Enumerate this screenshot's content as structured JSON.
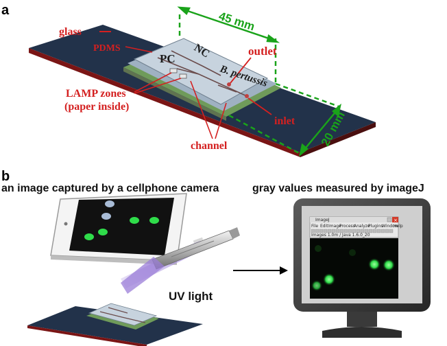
{
  "panel_a": {
    "label": "a",
    "glass": "glass",
    "pdms": "PDMS",
    "pc": "PC",
    "nc": "NC",
    "outlet": "outlet",
    "bpertussis": "B. pertussis",
    "lamp_zones": "LAMP zones",
    "paper_inside": "(paper inside)",
    "inlet": "inlet",
    "channel": "channel",
    "dim_length": "45 mm",
    "dim_width": "20 mm"
  },
  "panel_b": {
    "label": "b",
    "caption_left": "an image captured by a cellphone camera",
    "caption_right": "gray values measured by imageJ",
    "uv_light": "UV light",
    "imagej": {
      "title": "ImageJ",
      "menu": [
        "File",
        "Edit",
        "Image",
        "Process",
        "Analyze",
        "Plugins",
        "Window",
        "Help"
      ],
      "status": "Images 1.0m / Java 1.6.0_20"
    }
  },
  "colors": {
    "glass_slide": "#1f2f45",
    "annotation_red": "#d42020",
    "dimension_green": "#1aa31a",
    "fluorescent_spot": "#2fdc4a",
    "negative_spot": "#a9bcd6",
    "uv_beam": "#9b7ed8"
  }
}
